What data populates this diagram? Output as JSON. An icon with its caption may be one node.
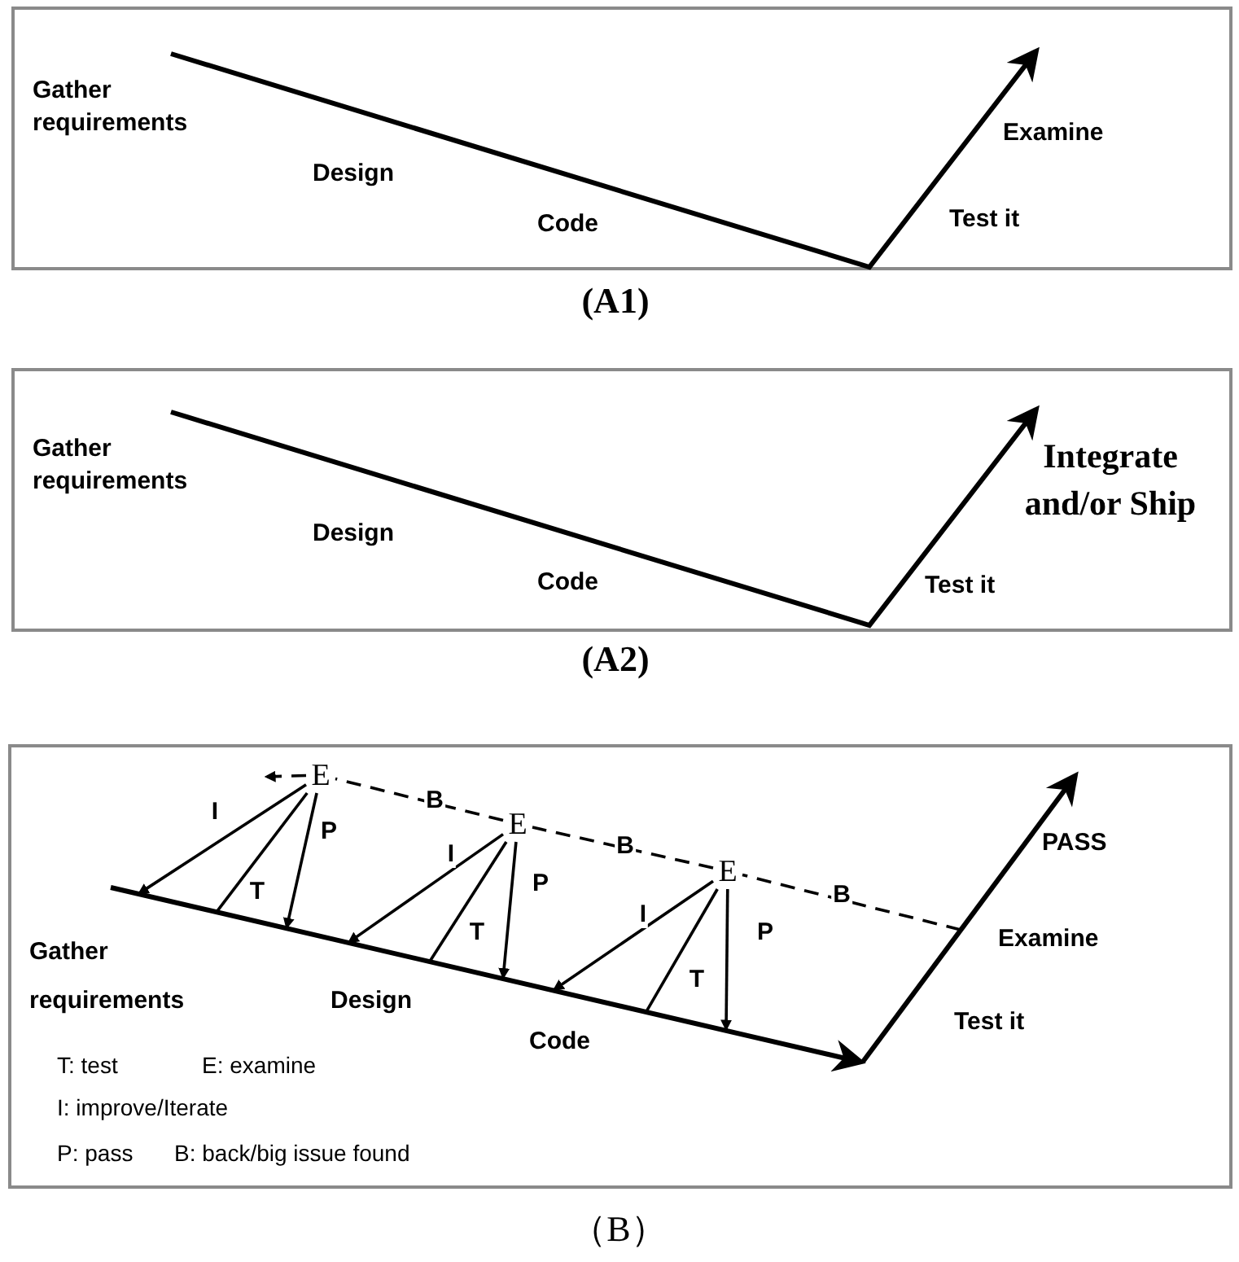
{
  "diagram": {
    "nodes": [
      {
        "text": [],
        "shape": "box",
        "beside": [
          "(A1)"
        ]
      },
      {
        "text": [],
        "shape": "box",
        "beside": [
          "(A2)"
        ]
      },
      {
        "text": [],
        "shape": "box",
        "beside": [
          "（B）"
        ]
      },
      {
        "text": [
          "E"
        ],
        "in": 2
      },
      {
        "text": [
          "E"
        ],
        "in": 2
      },
      {
        "text": [
          "E"
        ],
        "in": 2
      }
    ],
    "edges": [
      {
        "from": 3,
        "to": null,
        "arrow": "to",
        "label": "I"
      },
      {
        "from": 3,
        "to": null,
        "arrow": "none",
        "label": "T"
      },
      {
        "from": 3,
        "to": null,
        "arrow": "to",
        "label": "P"
      },
      {
        "from": 4,
        "to": null,
        "arrow": "to",
        "label": "I"
      },
      {
        "from": 4,
        "to": null,
        "arrow": "none",
        "label": "T"
      },
      {
        "from": 4,
        "to": null,
        "arrow": "to",
        "label": "P"
      },
      {
        "from": 5,
        "to": null,
        "arrow": "to",
        "label": "I"
      },
      {
        "from": 5,
        "to": null,
        "arrow": "none",
        "label": "T"
      },
      {
        "from": 5,
        "to": null,
        "arrow": "to",
        "label": "P"
      },
      {
        "from": null,
        "to": 5,
        "arrow": "none",
        "label": "B",
        "style": "dashed"
      },
      {
        "from": 5,
        "to": 4,
        "arrow": "none",
        "label": "B",
        "style": "dashed"
      },
      {
        "from": 4,
        "to": 3,
        "arrow": "none",
        "label": "B",
        "style": "dashed"
      },
      {
        "from": 3,
        "to": null,
        "arrow": "to",
        "style": "dashed"
      }
    ],
    "labels": [
      "Gather requirements",
      "Design",
      "Code",
      "Examine",
      "Test it",
      "Gather requirements",
      "Design",
      "Code",
      "Integrate and/or Ship",
      "Test it",
      "PASS",
      "Gather requirements",
      "Examine",
      "Design",
      "Test it",
      "Code",
      "T: test",
      "E: examine",
      "I: improve/Iterate",
      "P: pass",
      "B: back/big issue found"
    ]
  }
}
